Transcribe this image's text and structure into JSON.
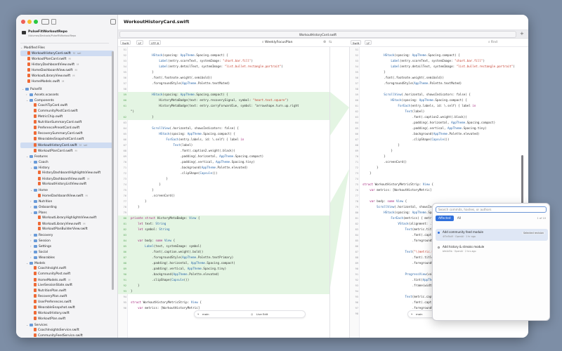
{
  "sidebar": {
    "repo_name": "PulseFitWorkoutRepo",
    "repo_path": "/Volumes/Devtools/PulseFitWorkoutRepo",
    "modified_header": "Modified Files",
    "modified": [
      {
        "name": "WorkoutHistoryCard.swift",
        "badge": "M",
        "extra": "sel",
        "selected": true
      },
      {
        "name": "WorkoutPlanCard.swift",
        "badge": "M"
      },
      {
        "name": "HistoryDashboardView.swift",
        "badge": "M"
      },
      {
        "name": "HomeDashboardView.swift",
        "badge": "M"
      },
      {
        "name": "WorkoutLibraryView.swift",
        "badge": "M"
      },
      {
        "name": "HomeModels.swift",
        "badge": "M"
      }
    ],
    "tree": [
      {
        "d": 0,
        "kind": "folder",
        "name": "PulseFit",
        "open": true
      },
      {
        "d": 1,
        "kind": "folder",
        "name": "Assets.xcassets",
        "open": false
      },
      {
        "d": 1,
        "kind": "folder",
        "name": "Components",
        "open": true
      },
      {
        "d": 2,
        "kind": "file",
        "name": "CoachTipCard.swift"
      },
      {
        "d": 2,
        "kind": "file",
        "name": "CommunityPostCard.swift"
      },
      {
        "d": 2,
        "kind": "file",
        "name": "MetricChip.swift"
      },
      {
        "d": 2,
        "kind": "file",
        "name": "NutritionSummaryCard.swift"
      },
      {
        "d": 2,
        "kind": "file",
        "name": "PreferencePresetCard.swift"
      },
      {
        "d": 2,
        "kind": "file",
        "name": "RecoverySummaryCard.swift"
      },
      {
        "d": 2,
        "kind": "file",
        "name": "WearablesSnapshotCard.swift"
      },
      {
        "d": 2,
        "kind": "file",
        "name": "WorkoutHistoryCard.swift",
        "badge": "M",
        "extra": "sel",
        "selected": true
      },
      {
        "d": 2,
        "kind": "file",
        "name": "WorkoutPlanCard.swift",
        "badge": "M"
      },
      {
        "d": 1,
        "kind": "folder",
        "name": "Features",
        "open": true
      },
      {
        "d": 2,
        "kind": "folder",
        "name": "Coach",
        "open": false
      },
      {
        "d": 2,
        "kind": "folder",
        "name": "History",
        "open": true
      },
      {
        "d": 3,
        "kind": "file",
        "name": "HistoryDashboardHighlightsView.swift"
      },
      {
        "d": 3,
        "kind": "file",
        "name": "HistoryDashboardView.swift",
        "badge": "M"
      },
      {
        "d": 3,
        "kind": "file",
        "name": "WorkoutHistoryListView.swift"
      },
      {
        "d": 2,
        "kind": "folder",
        "name": "Home",
        "open": true
      },
      {
        "d": 3,
        "kind": "file",
        "name": "HomeDashboardView.swift",
        "badge": "M"
      },
      {
        "d": 2,
        "kind": "folder",
        "name": "Nutrition",
        "open": false
      },
      {
        "d": 2,
        "kind": "folder",
        "name": "Onboarding",
        "open": false
      },
      {
        "d": 2,
        "kind": "folder",
        "name": "Plans",
        "open": true
      },
      {
        "d": 3,
        "kind": "file",
        "name": "WorkoutLibraryHighlightsView.swift"
      },
      {
        "d": 3,
        "kind": "file",
        "name": "WorkoutLibraryView.swift",
        "badge": "M"
      },
      {
        "d": 3,
        "kind": "file",
        "name": "WorkoutPlanBuilderView.swift"
      },
      {
        "d": 2,
        "kind": "folder",
        "name": "Recovery",
        "open": false
      },
      {
        "d": 2,
        "kind": "folder",
        "name": "Session",
        "open": false
      },
      {
        "d": 2,
        "kind": "folder",
        "name": "Settings",
        "open": false
      },
      {
        "d": 2,
        "kind": "folder",
        "name": "Social",
        "open": false
      },
      {
        "d": 2,
        "kind": "folder",
        "name": "Wearables",
        "open": false
      },
      {
        "d": 1,
        "kind": "folder",
        "name": "Models",
        "open": true
      },
      {
        "d": 2,
        "kind": "file",
        "name": "CoachInsight.swift"
      },
      {
        "d": 2,
        "kind": "file",
        "name": "CommunityPost.swift"
      },
      {
        "d": 2,
        "kind": "file",
        "name": "HomeModels.swift",
        "badge": "M"
      },
      {
        "d": 2,
        "kind": "file",
        "name": "LiveSessionState.swift"
      },
      {
        "d": 2,
        "kind": "file",
        "name": "NutritionPlan.swift"
      },
      {
        "d": 2,
        "kind": "file",
        "name": "RecoveryPlan.swift"
      },
      {
        "d": 2,
        "kind": "file",
        "name": "UserPreferences.swift"
      },
      {
        "d": 2,
        "kind": "file",
        "name": "WearableSnapshot.swift"
      },
      {
        "d": 2,
        "kind": "file",
        "name": "WorkoutHistory.swift"
      },
      {
        "d": 2,
        "kind": "file",
        "name": "WorkoutPlan.swift"
      },
      {
        "d": 1,
        "kind": "folder",
        "name": "Services",
        "open": true
      },
      {
        "d": 2,
        "kind": "file",
        "name": "CoachInsightsService.swift"
      },
      {
        "d": 2,
        "kind": "file",
        "name": "CommunityFeedService.swift"
      }
    ]
  },
  "editor": {
    "title": "WorkoutHistoryCard.swift",
    "tab": "WorkoutHistoryCard.swift",
    "left_chips": [
      "Swift",
      "LF",
      "UTF-8"
    ],
    "search_label": "WeeklyFocusPlan",
    "right_chips": [
      "Swift",
      "LF"
    ],
    "find_placeholder": "Find",
    "left_branch": "main",
    "left_mode": "Live Edit",
    "right_branch": "main",
    "right_commit": "Add community feed module",
    "colors": {
      "accent": "#2f6fdc",
      "added": "#e4f5e3",
      "removed": "#fbe4e4"
    }
  },
  "left_code": [
    {
      "n": "51",
      "t": "",
      "c": ""
    },
    {
      "n": "52",
      "t": "            HStack(spacing: AppTheme.Spacing.compact) {",
      "c": ""
    },
    {
      "n": "53",
      "t": "                Label(entry.scoreText, systemImage: \"chart.bar.fill\")",
      "c": ""
    },
    {
      "n": "54",
      "t": "                Label(entry.detailText, systemImage: \"list.bullet.rectangle.portrait\")",
      "c": ""
    },
    {
      "n": "55",
      "t": "            }",
      "c": ""
    },
    {
      "n": "56",
      "t": "            .font(.footnote.weight(.semibold))",
      "c": ""
    },
    {
      "n": "57",
      "t": "            .foregroundStyle(AppTheme.Palette.textMuted)",
      "c": ""
    },
    {
      "n": "58",
      "t": "",
      "c": ""
    },
    {
      "n": "59",
      "t": "            HStack(spacing: AppTheme.Spacing.compact) {",
      "c": "add"
    },
    {
      "n": "60",
      "t": "                HistoryMetaBadge(text: entry.recoverySignal, symbol: \"heart.text.square\")",
      "c": "add"
    },
    {
      "n": "61",
      "t": "                HistoryMetaBadge(text: entry.carryForwardCue, symbol: \"arrowshape.turn.up.right",
      "c": "add"
    },
    {
      "n": "",
      "t": "\")",
      "c": "add"
    },
    {
      "n": "62",
      "t": "            }",
      "c": "add"
    },
    {
      "n": "63",
      "t": "",
      "c": ""
    },
    {
      "n": "64",
      "t": "            ScrollView(.horizontal, showsIndicators: false) {",
      "c": ""
    },
    {
      "n": "65",
      "t": "                HStack(spacing: AppTheme.Spacing.compact) {",
      "c": ""
    },
    {
      "n": "66",
      "t": "                    ForEach(entry.labels, id: \\.self) { label in",
      "c": ""
    },
    {
      "n": "67",
      "t": "                        Text(label)",
      "c": ""
    },
    {
      "n": "68",
      "t": "                            .font(.caption2.weight(.black))",
      "c": ""
    },
    {
      "n": "69",
      "t": "                            .padding(.horizontal, AppTheme.Spacing.compact)",
      "c": ""
    },
    {
      "n": "70",
      "t": "                            .padding(.vertical, AppTheme.Spacing.tiny)",
      "c": ""
    },
    {
      "n": "71",
      "t": "                            .background(AppTheme.Palette.elevated)",
      "c": ""
    },
    {
      "n": "72",
      "t": "                            .clipShape(Capsule())",
      "c": ""
    },
    {
      "n": "73",
      "t": "                    }",
      "c": ""
    },
    {
      "n": "74",
      "t": "                }",
      "c": ""
    },
    {
      "n": "75",
      "t": "            }",
      "c": ""
    },
    {
      "n": "76",
      "t": "            .screenCard()",
      "c": ""
    },
    {
      "n": "77",
      "t": "        }",
      "c": ""
    },
    {
      "n": "78",
      "t": "    }",
      "c": ""
    },
    {
      "n": "79",
      "t": "",
      "c": ""
    },
    {
      "n": "80",
      "t": "private struct HistoryMetaBadge: View {",
      "c": "add"
    },
    {
      "n": "81",
      "t": "    let text: String",
      "c": "add"
    },
    {
      "n": "82",
      "t": "    let symbol: String",
      "c": "add"
    },
    {
      "n": "83",
      "t": "",
      "c": "add"
    },
    {
      "n": "84",
      "t": "    var body: some View {",
      "c": "add"
    },
    {
      "n": "85",
      "t": "        Label(text, systemImage: symbol)",
      "c": "add"
    },
    {
      "n": "86",
      "t": "            .font(.caption.weight(.bold))",
      "c": "add"
    },
    {
      "n": "87",
      "t": "            .foregroundStyle(AppTheme.Palette.textPrimary)",
      "c": "add"
    },
    {
      "n": "88",
      "t": "            .padding(.horizontal, AppTheme.Spacing.compact)",
      "c": "add"
    },
    {
      "n": "89",
      "t": "            .padding(.vertical, AppTheme.Spacing.tiny)",
      "c": "add"
    },
    {
      "n": "90",
      "t": "            .background(AppTheme.Palette.elevated)",
      "c": "add"
    },
    {
      "n": "91",
      "t": "            .clipShape(Capsule())",
      "c": "add"
    },
    {
      "n": "92",
      "t": "    }",
      "c": "add"
    },
    {
      "n": "93",
      "t": "}",
      "c": "add"
    },
    {
      "n": "94",
      "t": "",
      "c": ""
    },
    {
      "n": "95",
      "t": "struct WorkoutHistoryMetricStrip: View {",
      "c": ""
    },
    {
      "n": "96",
      "t": "    var metrics: [WorkoutHistoryMetric]",
      "c": ""
    }
  ],
  "right_code": [
    {
      "n": "51",
      "t": "",
      "c": ""
    },
    {
      "n": "52",
      "t": "            HStack(spacing: AppTheme.Spacing.compact) {",
      "c": ""
    },
    {
      "n": "53",
      "t": "                Label(entry.scoreText, systemImage: \"chart.bar.fill\")",
      "c": ""
    },
    {
      "n": "54",
      "t": "                Label(entry.detailText, systemImage: \"list.bullet.rectangle.portrait\")",
      "c": ""
    },
    {
      "n": "55",
      "t": "            }",
      "c": ""
    },
    {
      "n": "56",
      "t": "            .font(.footnote.weight(.semibold))",
      "c": ""
    },
    {
      "n": "57",
      "t": "            .foregroundStyle(AppTheme.Palette.textMuted)",
      "c": ""
    },
    {
      "n": "58",
      "t": "",
      "c": ""
    },
    {
      "n": "59",
      "t": "            ScrollView(.horizontal, showsIndicators: false) {",
      "c": ""
    },
    {
      "n": "60",
      "t": "                HStack(spacing: AppTheme.Spacing.compact) {",
      "c": ""
    },
    {
      "n": "61",
      "t": "                    ForEach(entry.labels, id: \\.self) { label in",
      "c": ""
    },
    {
      "n": "62",
      "t": "                        Text(label)",
      "c": ""
    },
    {
      "n": "63",
      "t": "                            .font(.caption2.weight(.black))",
      "c": ""
    },
    {
      "n": "64",
      "t": "                            .padding(.horizontal, AppTheme.Spacing.compact)",
      "c": ""
    },
    {
      "n": "65",
      "t": "                            .padding(.vertical, AppTheme.Spacing.tiny)",
      "c": ""
    },
    {
      "n": "66",
      "t": "                            .background(AppTheme.Palette.elevated)",
      "c": ""
    },
    {
      "n": "67",
      "t": "                            .clipShape(Capsule())",
      "c": ""
    },
    {
      "n": "68",
      "t": "                    }",
      "c": ""
    },
    {
      "n": "69",
      "t": "                }",
      "c": ""
    },
    {
      "n": "70",
      "t": "            }",
      "c": ""
    },
    {
      "n": "71",
      "t": "            .screenCard()",
      "c": ""
    },
    {
      "n": "72",
      "t": "        }",
      "c": ""
    },
    {
      "n": "73",
      "t": "    }",
      "c": ""
    },
    {
      "n": "74",
      "t": "",
      "c": ""
    },
    {
      "n": "75",
      "t": "struct WorkoutHistoryMetricStrip: View {",
      "c": ""
    },
    {
      "n": "76",
      "t": "    var metrics: [WorkoutHistoryMetric]",
      "c": ""
    },
    {
      "n": "77",
      "t": "",
      "c": ""
    },
    {
      "n": "78",
      "t": "    var body: some View {",
      "c": ""
    },
    {
      "n": "79",
      "t": "        ScrollView(.horizontal, showsIndicators: false) {",
      "c": ""
    },
    {
      "n": "80",
      "t": "            HStack(spacing: AppTheme.Spacing.m",
      "c": ""
    },
    {
      "n": "81",
      "t": "                ForEach(metrics) { metric in",
      "c": ""
    },
    {
      "n": "82",
      "t": "                    VStack(alignment: .leading,",
      "c": ""
    },
    {
      "n": "83",
      "t": "                        Text(metric.title)",
      "c": ""
    },
    {
      "n": "84",
      "t": "                            .font(.caption.weight(",
      "c": ""
    },
    {
      "n": "85",
      "t": "                            .foregroundStyle(AppT",
      "c": ""
    },
    {
      "n": "86",
      "t": "",
      "c": ""
    },
    {
      "n": "87",
      "t": "                        Text(\"\\(metric.value)\")",
      "c": ""
    },
    {
      "n": "88",
      "t": "                            .font(.title3.weight(",
      "c": ""
    },
    {
      "n": "89",
      "t": "                            .foregroundStyle(AppT",
      "c": ""
    },
    {
      "n": "90",
      "t": "",
      "c": ""
    },
    {
      "n": "91",
      "t": "                        ProgressView(value: met",
      "c": ""
    },
    {
      "n": "92",
      "t": "                            .tint(AppTheme.Palet",
      "c": ""
    },
    {
      "n": "93",
      "t": "                            .frame(width: 120)",
      "c": ""
    },
    {
      "n": "94",
      "t": "",
      "c": ""
    },
    {
      "n": "95",
      "t": "                        Text(metric.caption)",
      "c": ""
    },
    {
      "n": "96",
      "t": "                            .font(.caption2)",
      "c": ""
    },
    {
      "n": "97",
      "t": "                            .foregroundStyle(",
      "c": ""
    },
    {
      "n": "98",
      "t": "                            .frame(",
      "c": ""
    }
  ],
  "popover": {
    "search_placeholder": "Search commits, hashes, or authors",
    "tab_affected": "Affected",
    "tab_all": "All",
    "count": "1 of 10",
    "items": [
      {
        "title": "Add community feed module",
        "sub": "4f7e3b4f · OpenAI · 1 hr ago",
        "tag": "Selected revision"
      },
      {
        "title": "Add history & streaks module",
        "sub": "bfe4d5b · OpenAI · 2 hrs ago",
        "tag": ""
      }
    ]
  }
}
